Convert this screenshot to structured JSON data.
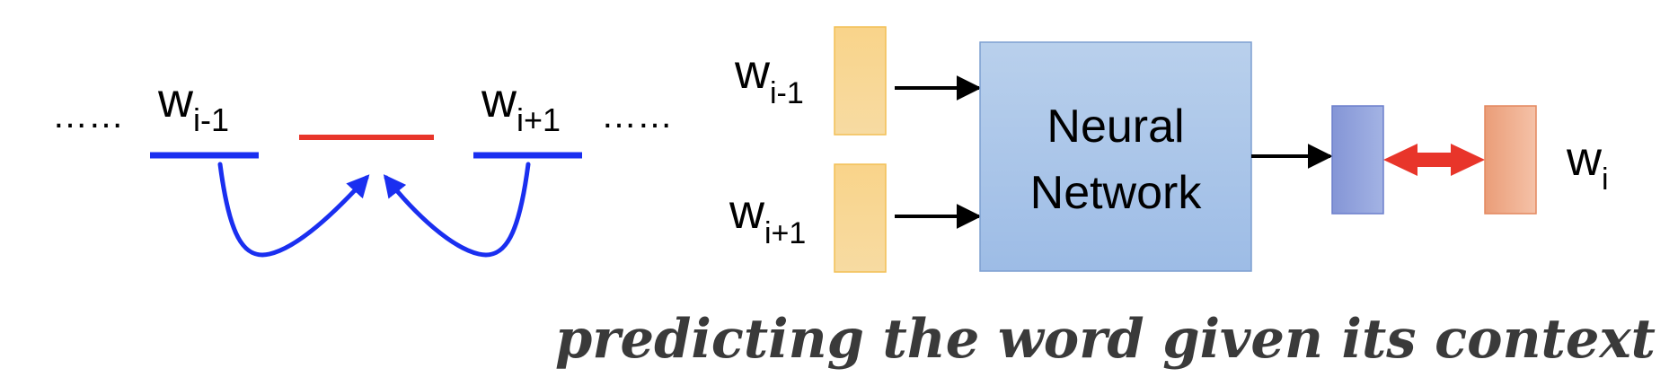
{
  "left_context": {
    "ellipsis_left": "……",
    "ellipsis_right": "……",
    "prev_word": {
      "base": "w",
      "sub": "i-1"
    },
    "next_word": {
      "base": "w",
      "sub": "i+1"
    },
    "colors": {
      "context": "#1a2ff0",
      "target": "#e8352a"
    }
  },
  "network": {
    "input_prev": {
      "base": "w",
      "sub": "i-1"
    },
    "input_next": {
      "base": "w",
      "sub": "i+1"
    },
    "box_line1": "Neural",
    "box_line2": "Network",
    "output": {
      "base": "w",
      "sub": "i"
    },
    "colors": {
      "input_box": "#f8d68e",
      "network_box": "#a9c3e6",
      "prediction_box": "#8d9ed8",
      "target_box": "#eeb08f",
      "compare_arrow": "#e8352a"
    }
  },
  "caption": "predicting the word given its context"
}
